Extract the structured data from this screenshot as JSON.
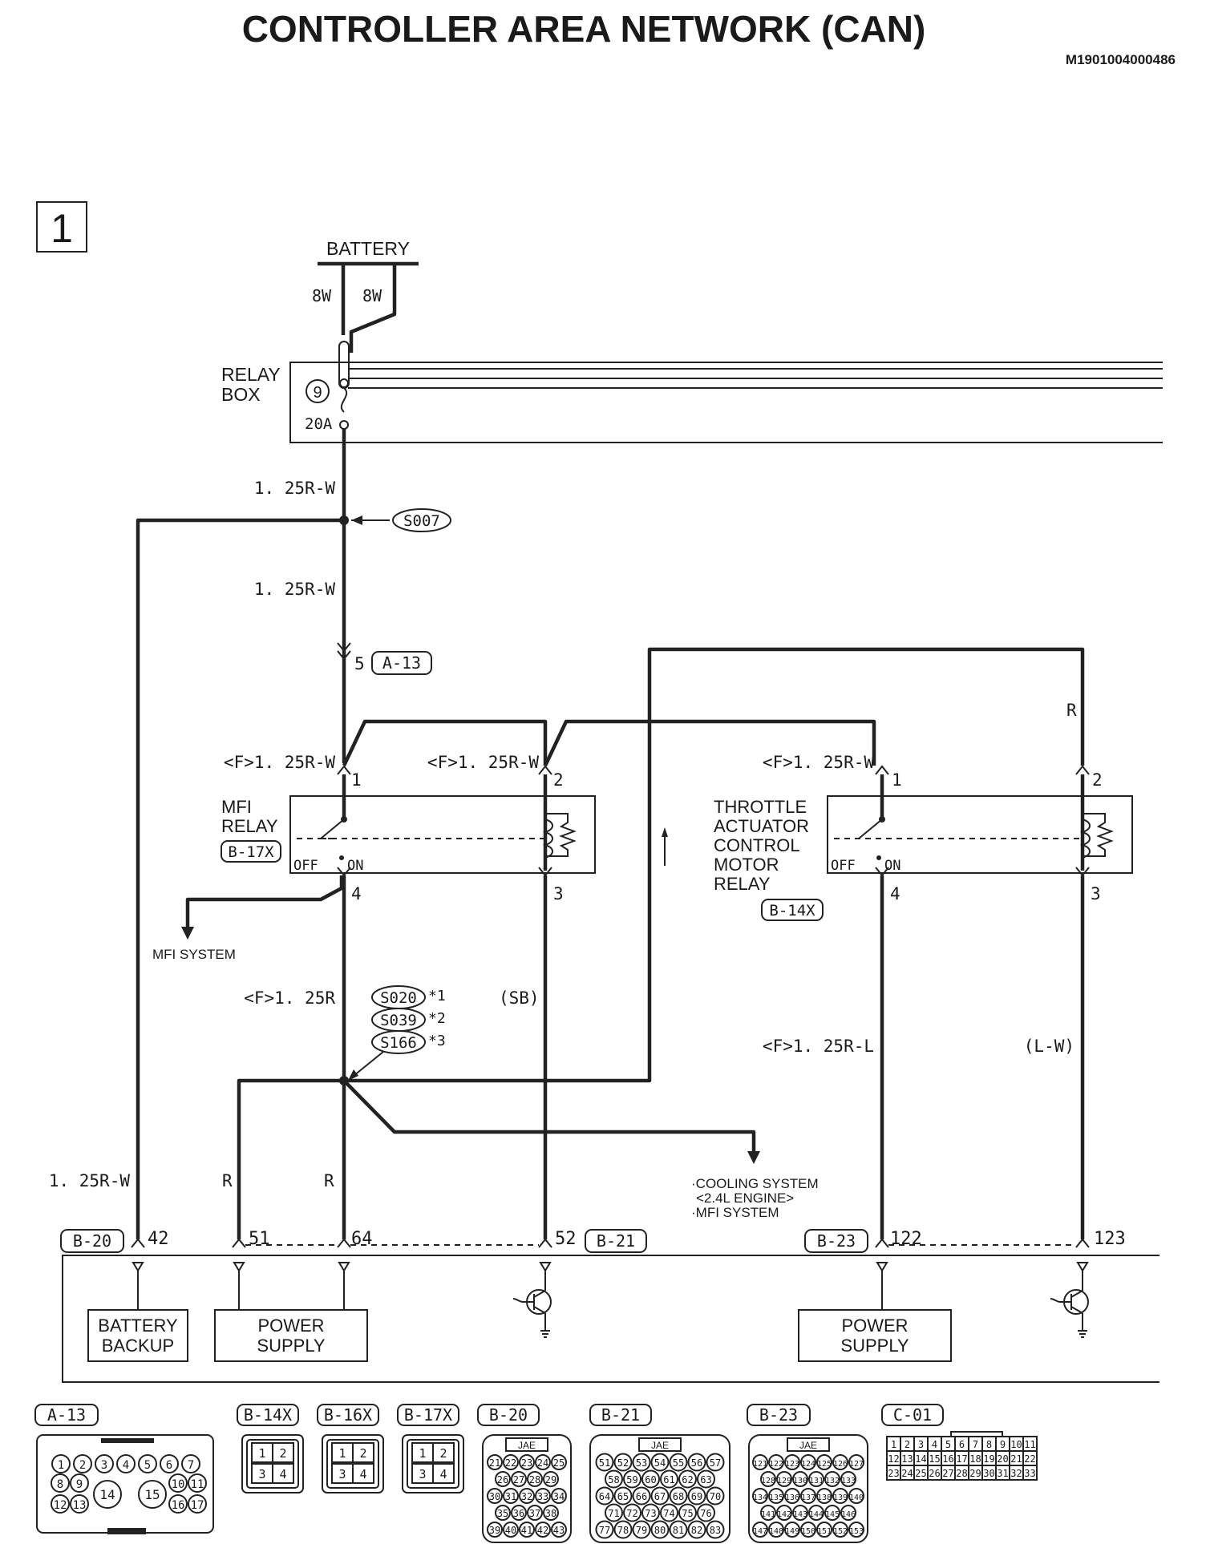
{
  "title": "CONTROLLER AREA NETWORK (CAN)",
  "doc_id": "M1901004000486",
  "page_number": "1",
  "battery": {
    "label": "BATTERY",
    "wire_left": "8W",
    "wire_right": "8W"
  },
  "relay_box": {
    "label_line1": "RELAY",
    "label_line2": "BOX",
    "fuse_number": "9",
    "fuse_rating": "20A"
  },
  "wires": {
    "main_upper": "1. 25R-W",
    "main_lower": "1. 25R-W",
    "left_branch": "1. 25R-W",
    "mfi_pin1": "<F>1. 25R-W",
    "mfi_pin2": "<F>1. 25R-W",
    "tac_pin1": "<F>1. 25R-W",
    "tac_red": "R",
    "mfi_out": "<F>1. 25R",
    "mfi_coil": "(SB)",
    "tac_out": "<F>1. 25R-L",
    "tac_coil": "(L-W)",
    "r_51": "R",
    "r_64": "R"
  },
  "splices": {
    "s007": "S007",
    "s020": "S020",
    "s020_note": "*1",
    "s039": "S039",
    "s039_note": "*2",
    "s166": "S166",
    "s166_note": "*3"
  },
  "connector_a13": {
    "pin": "5",
    "id": "A-13"
  },
  "mfi_relay": {
    "label_line1": "MFI",
    "label_line2": "RELAY",
    "connector": "B-17X",
    "pin1": "1",
    "pin2": "2",
    "pin3": "3",
    "pin4": "4",
    "off": "OFF",
    "on": "ON"
  },
  "tac_relay": {
    "label_line1": "THROTTLE",
    "label_line2": "ACTUATOR",
    "label_line3": "CONTROL",
    "label_line4": "MOTOR",
    "label_line5": "RELAY",
    "connector": "B-14X",
    "pin1": "1",
    "pin2": "2",
    "pin3": "3",
    "pin4": "4",
    "off": "OFF",
    "on": "ON"
  },
  "destinations": {
    "mfi_system": "MFI SYSTEM",
    "cooling_line1": "·COOLING SYSTEM",
    "cooling_line2": "<2.4L ENGINE>",
    "cooling_line3": "·MFI SYSTEM"
  },
  "ecu_pins": {
    "b20": "B-20",
    "p42": "42",
    "p51": "51",
    "p64": "64",
    "p52": "52",
    "b21": "B-21",
    "b23": "B-23",
    "p122": "122",
    "p123": "123"
  },
  "ecu_blocks": {
    "battery_backup_1": "BATTERY",
    "battery_backup_2": "BACKUP",
    "power_supply_1a": "POWER",
    "power_supply_1b": "SUPPLY",
    "power_supply_2a": "POWER",
    "power_supply_2b": "SUPPLY"
  },
  "connectors": {
    "a13": {
      "id": "A-13",
      "top_pins": [
        "1",
        "2",
        "3",
        "4",
        "5",
        "6",
        "7"
      ],
      "mid_pins": [
        "8",
        "9",
        "10",
        "11"
      ],
      "bot_pins": [
        "12",
        "13",
        "14",
        "15",
        "16",
        "17"
      ]
    },
    "b14x": {
      "id": "B-14X",
      "pins": [
        "1",
        "2",
        "3",
        "4"
      ]
    },
    "b16x": {
      "id": "B-16X",
      "pins": [
        "1",
        "2",
        "3",
        "4"
      ]
    },
    "b17x": {
      "id": "B-17X",
      "pins": [
        "1",
        "2",
        "3",
        "4"
      ]
    },
    "b20": {
      "id": "B-20",
      "maker": "JAE",
      "rows": [
        [
          "21",
          "22",
          "23",
          "24",
          "25"
        ],
        [
          "26",
          "27",
          "28",
          "29"
        ],
        [
          "30",
          "31",
          "32",
          "33",
          "34"
        ],
        [
          "35",
          "36",
          "37",
          "38"
        ],
        [
          "39",
          "40",
          "41",
          "42",
          "43"
        ]
      ]
    },
    "b21": {
      "id": "B-21",
      "maker": "JAE",
      "rows": [
        [
          "51",
          "52",
          "53",
          "54",
          "55",
          "56",
          "57"
        ],
        [
          "58",
          "59",
          "60",
          "61",
          "62",
          "63"
        ],
        [
          "64",
          "65",
          "66",
          "67",
          "68",
          "69",
          "70"
        ],
        [
          "71",
          "72",
          "73",
          "74",
          "75",
          "76"
        ],
        [
          "77",
          "78",
          "79",
          "80",
          "81",
          "82",
          "83"
        ]
      ]
    },
    "b23": {
      "id": "B-23",
      "maker": "JAE",
      "rows": [
        [
          "121",
          "122",
          "123",
          "124",
          "125",
          "126",
          "127"
        ],
        [
          "128",
          "129",
          "130",
          "131",
          "132",
          "133"
        ],
        [
          "134",
          "135",
          "136",
          "137",
          "138",
          "139",
          "140"
        ],
        [
          "141",
          "142",
          "143",
          "144",
          "145",
          "146"
        ],
        [
          "147",
          "148",
          "149",
          "150",
          "151",
          "152",
          "153"
        ]
      ]
    },
    "c01": {
      "id": "C-01",
      "rows": [
        [
          "1",
          "2",
          "3",
          "4",
          "5",
          "6",
          "7",
          "8",
          "9",
          "10",
          "11"
        ],
        [
          "12",
          "13",
          "14",
          "15",
          "16",
          "17",
          "18",
          "19",
          "20",
          "21",
          "22"
        ],
        [
          "23",
          "24",
          "25",
          "26",
          "27",
          "28",
          "29",
          "30",
          "31",
          "32",
          "33"
        ]
      ]
    }
  }
}
